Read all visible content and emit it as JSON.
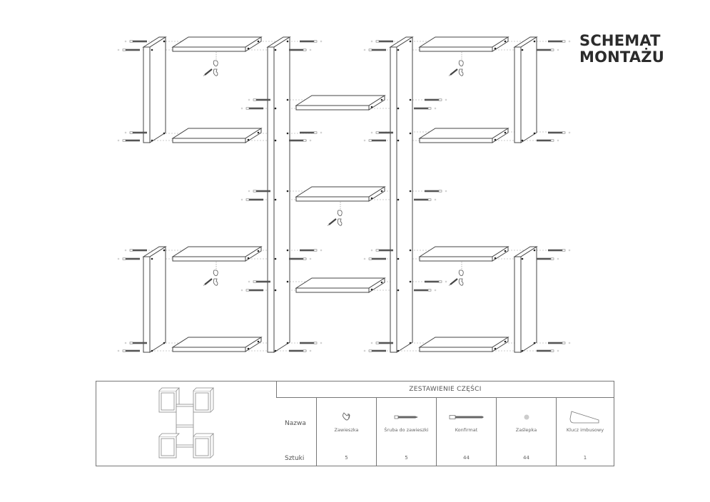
{
  "title": {
    "line1": "SCHEMAT",
    "line2": "MONTAŻU"
  },
  "diagram": {
    "description": "Exploded assembly drawing of a modular wall shelf: two outer cube modules on left and right (upper and lower), central vertical column with three shelves, dowels/confirmat screws and hangers indicated with dashed lines",
    "modules": [
      "left-top-cube",
      "left-bottom-cube",
      "center-column",
      "right-top-cube",
      "right-bottom-cube"
    ],
    "hanger_count_shown": 5
  },
  "parts_table": {
    "header": "ZESTAWIENIE CZĘŚCI",
    "row_labels": {
      "name": "Nazwa",
      "qty": "Sztuki"
    },
    "parts": [
      {
        "name": "Zawieszka",
        "qty": "5",
        "icon": "hanger-icon"
      },
      {
        "name": "Śruba do zawieszki",
        "qty": "5",
        "icon": "screw-icon"
      },
      {
        "name": "Konfirmat",
        "qty": "44",
        "icon": "confirmat-screw-icon"
      },
      {
        "name": "Zaślepka",
        "qty": "44",
        "icon": "cap-icon"
      },
      {
        "name": "Klucz imbusowy",
        "qty": "1",
        "icon": "allen-key-icon"
      }
    ]
  }
}
